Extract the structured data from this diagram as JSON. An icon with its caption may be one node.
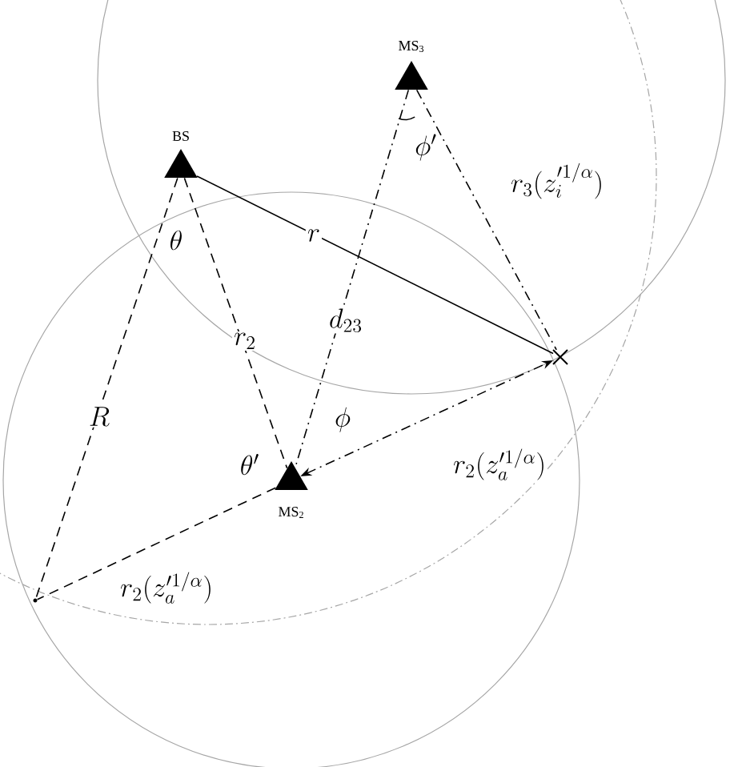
{
  "diagram": {
    "nodes": [
      {
        "text": [
          "MS$_{3}$"
        ]
      },
      {
        "text": [
          "BS"
        ]
      },
      {
        "text": [],
        "shape": "cross"
      },
      {
        "text": [
          "MS$_{2}$"
        ]
      },
      {
        "text": [],
        "shape": "point"
      }
    ],
    "edges": [
      {
        "from": 1,
        "to": 2,
        "arrow": "none",
        "label": "r"
      },
      {
        "from": 1,
        "to": 3,
        "arrow": "none",
        "label": "r_2",
        "style": "dashed"
      },
      {
        "from": 1,
        "to": 4,
        "arrow": "none",
        "label": "R",
        "style": "dashed"
      },
      {
        "from": 0,
        "to": 3,
        "arrow": "none",
        "label": "d_{23}",
        "style": "dashed"
      },
      {
        "from": 0,
        "to": 2,
        "arrow": "none",
        "label": "r_3(z_i'^{1/\\alpha})",
        "style": "dashed"
      },
      {
        "from": 3,
        "to": 2,
        "arrow": "both",
        "label": "r_2(z_a'^{1/\\alpha})",
        "style": "dashed"
      },
      {
        "from": 3,
        "to": 4,
        "arrow": "none",
        "label": "r_2(z_a'^{1/\\alpha})",
        "style": "dashed"
      }
    ],
    "labels": [
      "\\phi'",
      "\\theta",
      "\\phi",
      "\\theta'"
    ]
  }
}
